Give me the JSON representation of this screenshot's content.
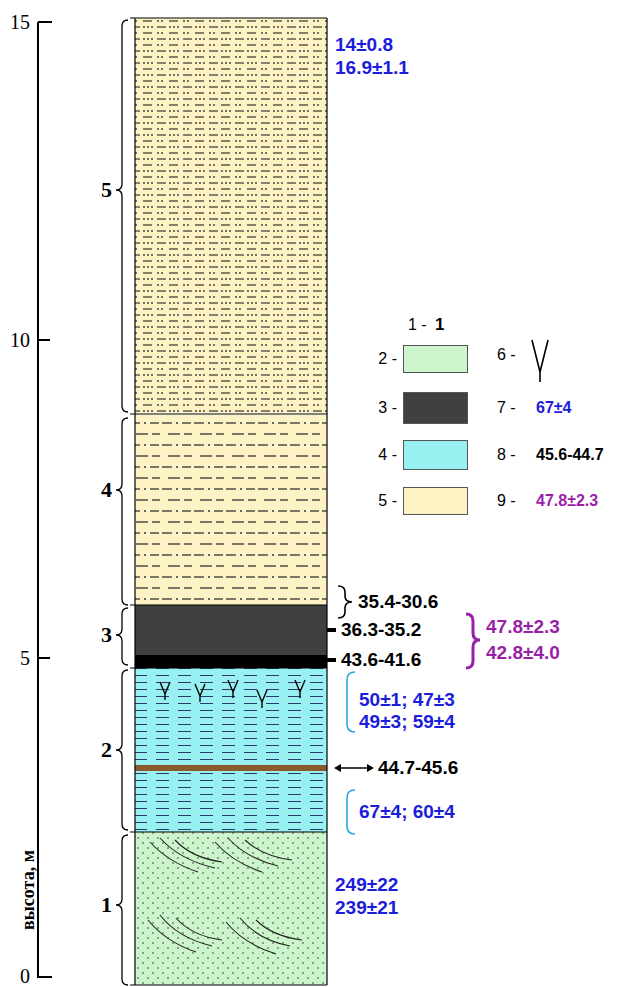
{
  "diagram": {
    "labels": [
      "15",
      "10",
      "5",
      "0",
      "высота, м",
      "5",
      "4",
      "3",
      "2",
      "1",
      "14±0.8",
      "16.9±1.1",
      "1",
      "67±4",
      "45.6-44.7",
      "47.8±2.3",
      "35.4-30.6",
      "36.3-35.2",
      "43.6-41.6",
      "47.8±2.3",
      "42.8±4.0",
      "50±1; 47±3",
      "49±3; 59±4",
      "44.7-45.6",
      "67±4; 60±4",
      "249±22",
      "239±21"
    ],
    "legend": [
      {
        "text": "1 -"
      },
      {
        "text": "2 -",
        "color": "#ccf5cc"
      },
      {
        "text": "3 -",
        "color": "#404040"
      },
      {
        "text": "4 -",
        "color": "#99f0f0"
      },
      {
        "text": "5 -",
        "color": "#fdf2c4"
      },
      {
        "text": "6 -"
      },
      {
        "text": "7 -"
      },
      {
        "text": "8 -"
      },
      {
        "text": "9 -"
      }
    ]
  }
}
